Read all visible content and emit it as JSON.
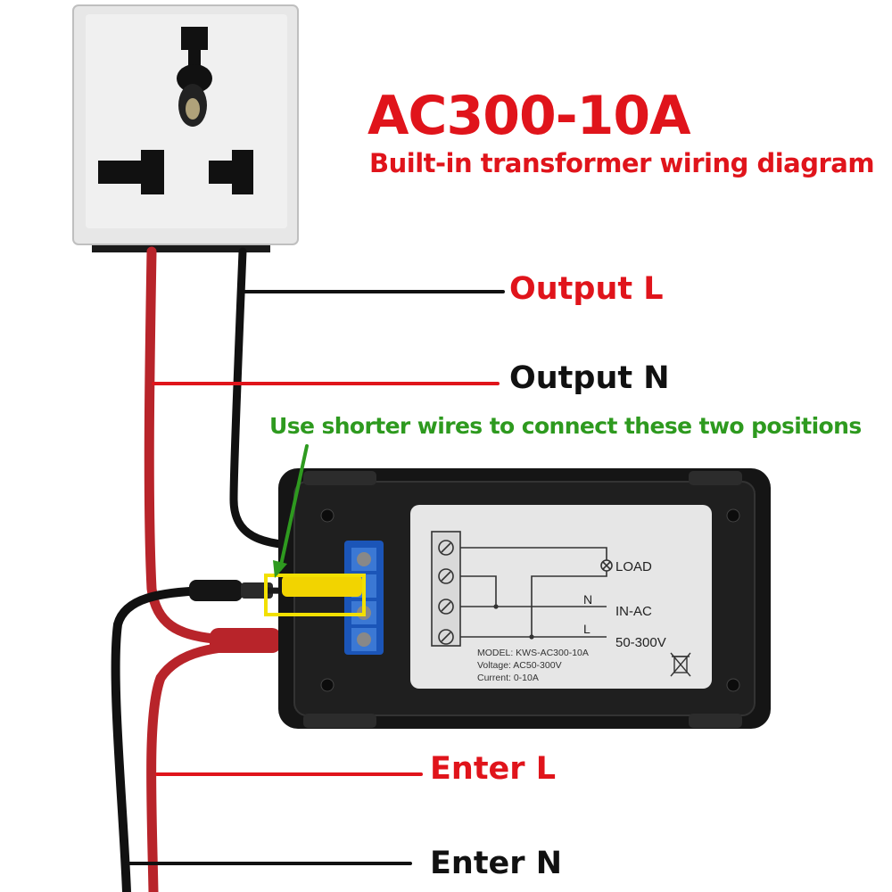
{
  "title": "AC300-10A",
  "subtitle": "Built-in transformer wiring diagram",
  "labels": {
    "output_l": "Output L",
    "output_n": "Output N",
    "note": "Use shorter wires to connect these two positions",
    "enter_l": "Enter L",
    "enter_n": "Enter N"
  },
  "module": {
    "load": "LOAD",
    "n": "N",
    "in_ac": "IN-AC",
    "l": "L",
    "voltage_range": "50-300V",
    "model": "MODEL: KWS-AC300-10A",
    "voltage": "Voltage: AC50-300V",
    "current": "Current: 0-10A"
  },
  "colors": {
    "title_red": "#e0141b",
    "note_green": "#2e9a1f",
    "highlight_yellow": "#f2e000",
    "wire_red": "#b8242a",
    "wire_black": "#111111"
  }
}
